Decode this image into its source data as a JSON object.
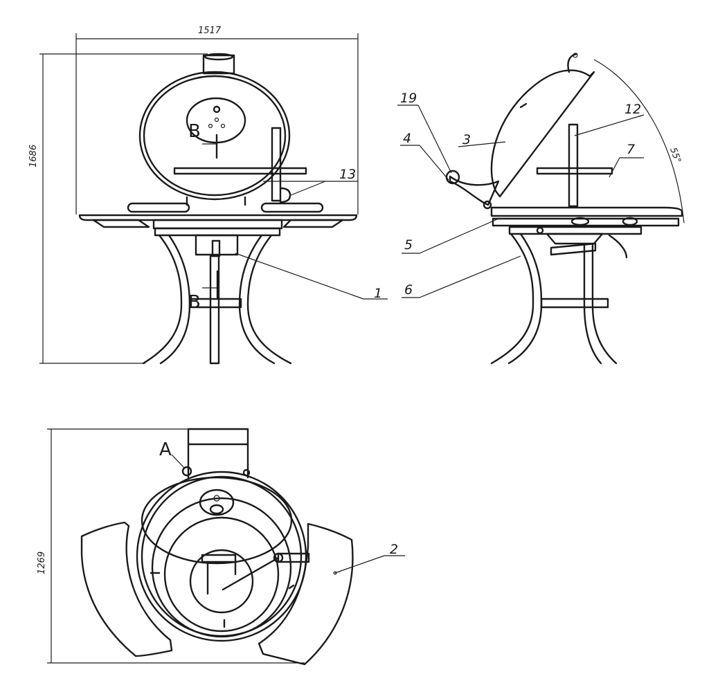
{
  "dimensions": {
    "width": "1517",
    "height_front": "1686",
    "depth_top": "1269",
    "lid_angle": "55°"
  },
  "section_marks": {
    "b_upper": "B",
    "b_lower": "B",
    "a": "A"
  },
  "callouts": {
    "c1": "1",
    "c2": "2",
    "c3": "3",
    "c4": "4",
    "c5": "5",
    "c6": "6",
    "c7": "7",
    "c12": "12",
    "c13": "13",
    "c19": "19"
  }
}
